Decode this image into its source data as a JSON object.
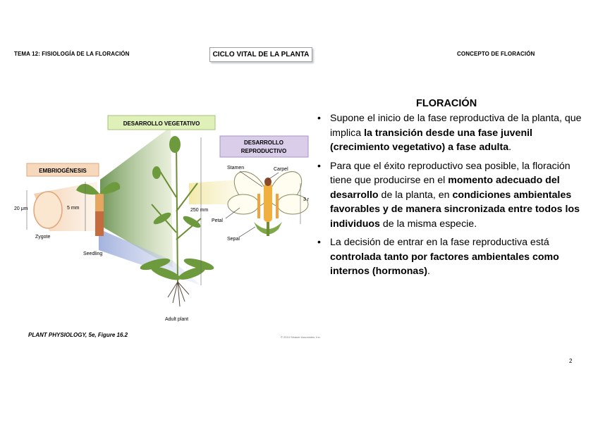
{
  "header": {
    "left": "TEMA 12: FISIOLOGÍA DE LA FLORACIÓN",
    "center": "CICLO VITAL DE LA PLANTA",
    "right": "CONCEPTO DE FLORACIÓN"
  },
  "figure": {
    "labels": {
      "vegetative": "DESARROLLO VEGETATIVO",
      "reproductive_1": "DESARROLLO",
      "reproductive_2": "REPRODUCTIVO",
      "embryo": "EMBRIOGÉNESIS",
      "stamen": "Stamen",
      "carpel": "Carpel",
      "petal": "Petal",
      "sepal": "Sepal",
      "size_20um": "20 μm",
      "size_5mm": "5 mm",
      "size_250mm": "250 mm",
      "size_3": "3 r",
      "zygote": "Zygote",
      "seedling": "Seedling",
      "adult": "Adult plant"
    },
    "caption": "PLANT PHYSIOLOGY, 5e, Figure 16.2",
    "copyright": "© 2010 Sinauer Associates, Inc."
  },
  "content": {
    "title": "FLORACIÓN",
    "bullet_char": "•",
    "bullets": [
      {
        "t1": "Supone el inicio de la fase reproductiva de la planta, que implica ",
        "b1": "la transición desde una fase juvenil (crecimiento vegetativo) a fase adulta",
        "t2": "."
      },
      {
        "t1": "Para que el éxito reproductivo sea posible, la floración tiene que producirse en el ",
        "b1": "momento adecuado del desarrollo",
        "t2": " de la planta, en ",
        "b2": "condiciones ambientales favorables y de manera sincronizada entre todos los individuos",
        "t3": " de la misma especie."
      },
      {
        "t1": "La decisión de entrar en la fase reproductiva está ",
        "b1": "controlada tanto por factores ambientales como internos (hormonas)",
        "t2": "."
      }
    ]
  },
  "page_number": "2",
  "colors": {
    "green_box": "#dff0b8",
    "purple_box": "#d9cdea",
    "orange_box": "#f6d8bd",
    "cone_green": "#7a9a5c",
    "cone_yellow": "#efe6a8",
    "cone_orange": "#f4d6bb",
    "cone_blue": "#b6c2e2"
  }
}
